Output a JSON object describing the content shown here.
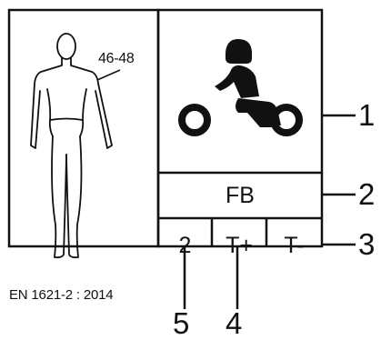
{
  "label": {
    "size_range": "46-48",
    "code": "FB",
    "level": "2",
    "t_plus": "T+",
    "t_minus": "T-",
    "standard": "EN 1621-2 : 2014"
  },
  "callouts": {
    "n1": "1",
    "n2": "2",
    "n3": "3",
    "n4": "4",
    "n5": "5"
  },
  "icons": {
    "figure": "human-body-outline-icon",
    "pictogram": "motorcyclist-icon"
  },
  "colors": {
    "ink": "#111111",
    "background": "#ffffff"
  }
}
